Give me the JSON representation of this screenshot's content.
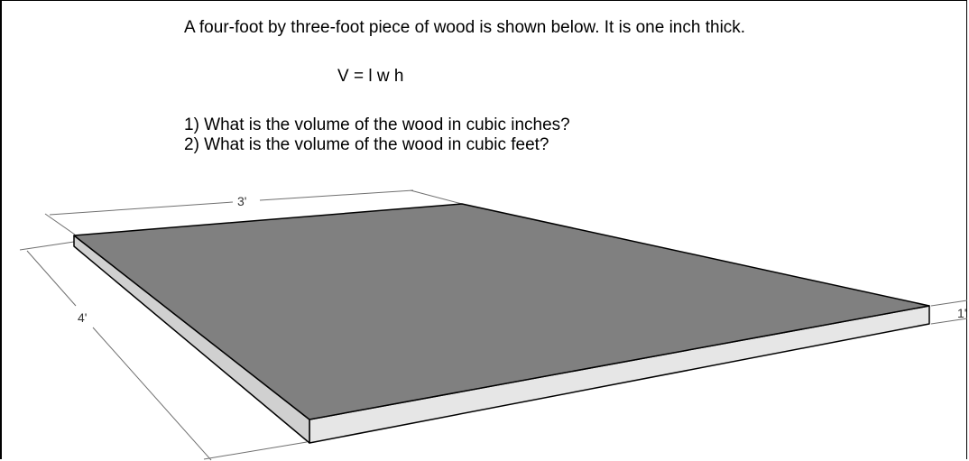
{
  "problem": {
    "statement": "A four-foot by three-foot piece of wood is shown below. It is one inch thick.",
    "formula": "V = l w h",
    "questions": [
      "1) What is the volume of the wood in cubic inches?",
      "2) What is the volume of the wood in cubic feet?"
    ]
  },
  "figure": {
    "dimensions": {
      "width": "3'",
      "length": "4'",
      "thickness": "1'"
    },
    "colors": {
      "top_face": "#808080",
      "edge_face": "#e6e6e6",
      "outline": "#000000",
      "dimension_line": "#707070"
    }
  }
}
